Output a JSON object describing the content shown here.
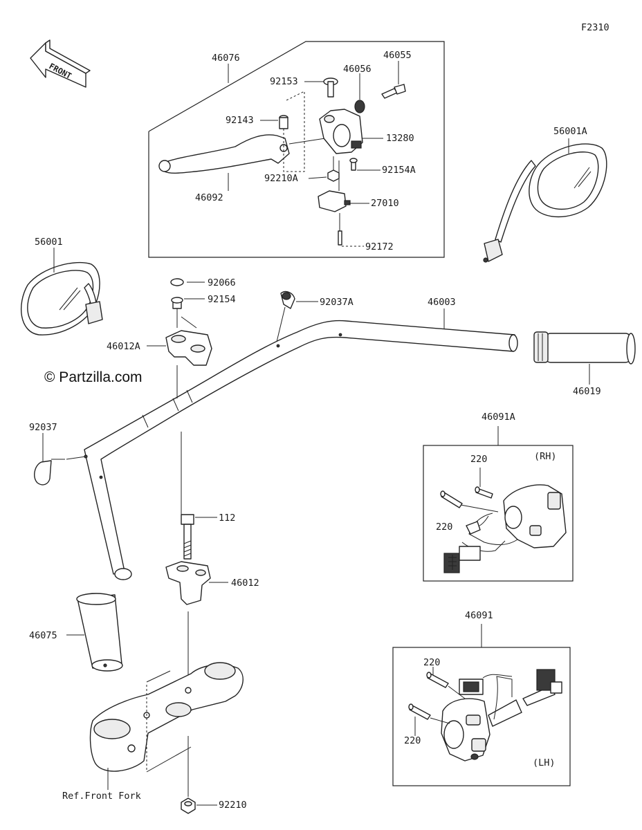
{
  "figure": {
    "code": "F2310",
    "watermark": "© Partzilla.com",
    "front_label": "FRONT",
    "ref_label": "Ref.Front Fork"
  },
  "parts": [
    {
      "id": "p46076",
      "label": "46076"
    },
    {
      "id": "p46055",
      "label": "46055"
    },
    {
      "id": "p92153",
      "label": "92153"
    },
    {
      "id": "p46056",
      "label": "46056"
    },
    {
      "id": "p92143",
      "label": "92143"
    },
    {
      "id": "p13280",
      "label": "13280"
    },
    {
      "id": "p92154A",
      "label": "92154A"
    },
    {
      "id": "p92210A",
      "label": "92210A"
    },
    {
      "id": "p46092",
      "label": "46092"
    },
    {
      "id": "p27010",
      "label": "27010"
    },
    {
      "id": "p92172",
      "label": "92172"
    },
    {
      "id": "p56001A",
      "label": "56001A"
    },
    {
      "id": "p56001",
      "label": "56001"
    },
    {
      "id": "p92066",
      "label": "92066"
    },
    {
      "id": "p92154",
      "label": "92154"
    },
    {
      "id": "p92037A",
      "label": "92037A"
    },
    {
      "id": "p46003",
      "label": "46003"
    },
    {
      "id": "p46012A",
      "label": "46012A"
    },
    {
      "id": "p46019",
      "label": "46019"
    },
    {
      "id": "p92037",
      "label": "92037"
    },
    {
      "id": "p46091A",
      "label": "46091A"
    },
    {
      "id": "pRH220a",
      "label": "220"
    },
    {
      "id": "pRH220b",
      "label": "220"
    },
    {
      "id": "pRH",
      "label": "(RH)"
    },
    {
      "id": "p112",
      "label": "112"
    },
    {
      "id": "p46012",
      "label": "46012"
    },
    {
      "id": "p46075",
      "label": "46075"
    },
    {
      "id": "p46091",
      "label": "46091"
    },
    {
      "id": "pLH220a",
      "label": "220"
    },
    {
      "id": "pLH220b",
      "label": "220"
    },
    {
      "id": "pLH",
      "label": "(LH)"
    },
    {
      "id": "p92210",
      "label": "92210"
    }
  ]
}
